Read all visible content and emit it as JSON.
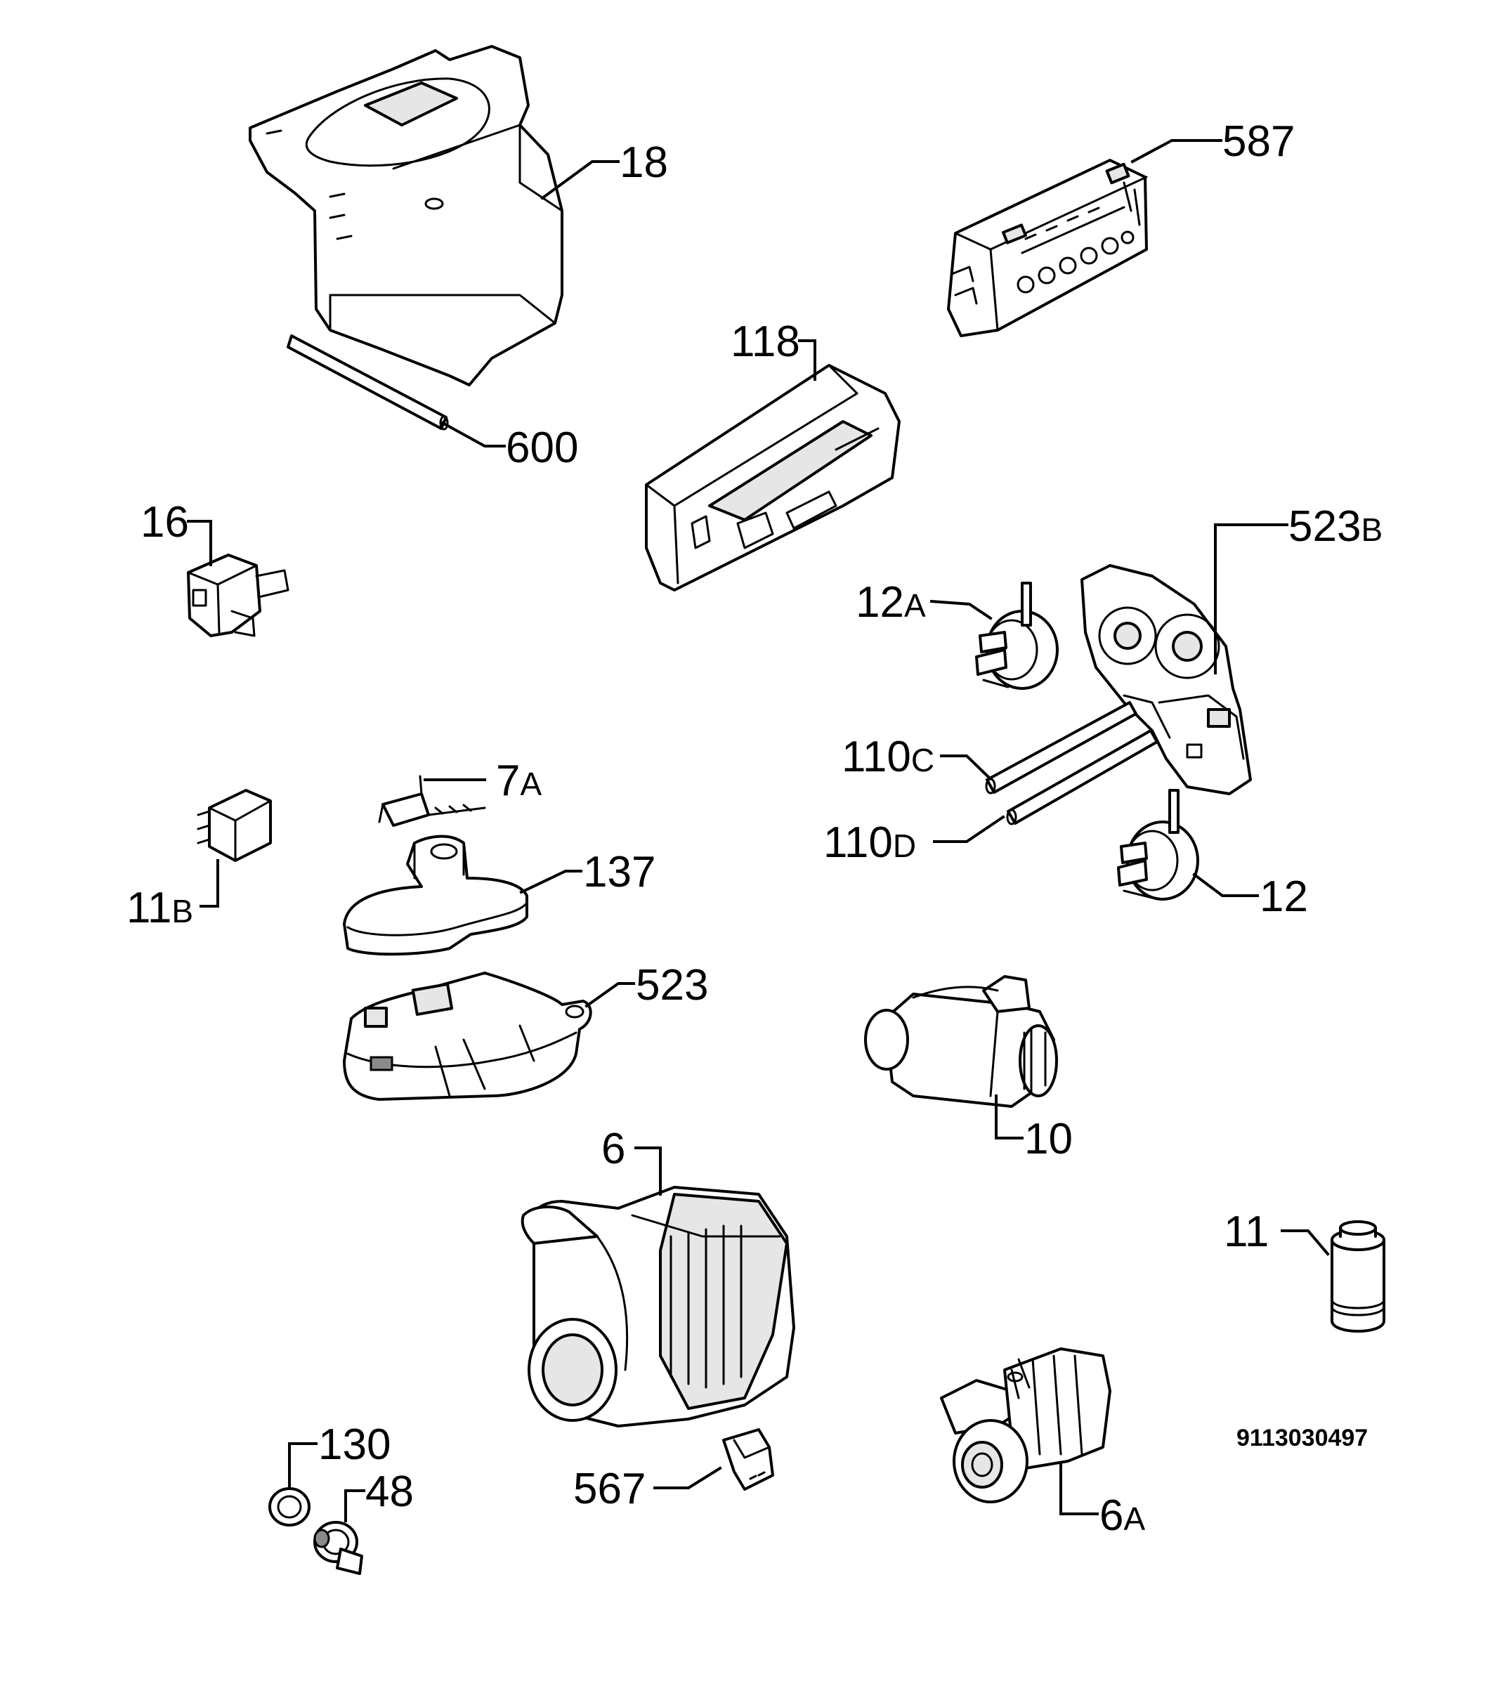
{
  "labels": {
    "l18": "18",
    "l600": "600",
    "l587": "587",
    "l118": "118",
    "l16": "16",
    "l523b_num": "523",
    "l523b_suf": "B",
    "l12a_num": "12",
    "l12a_suf": "A",
    "l110c_num": "110",
    "l110c_suf": "C",
    "l110d_num": "110",
    "l110d_suf": "D",
    "l12": "12",
    "l7a_num": "7",
    "l7a_suf": "A",
    "l11b_num": "11",
    "l11b_suf": "B",
    "l137": "137",
    "l523": "523",
    "l10": "10",
    "l6": "6",
    "l11": "11",
    "l130": "130",
    "l48": "48",
    "l567": "567",
    "l6a_num": "6",
    "l6a_suf": "A"
  },
  "diagram_code": "9113030497"
}
